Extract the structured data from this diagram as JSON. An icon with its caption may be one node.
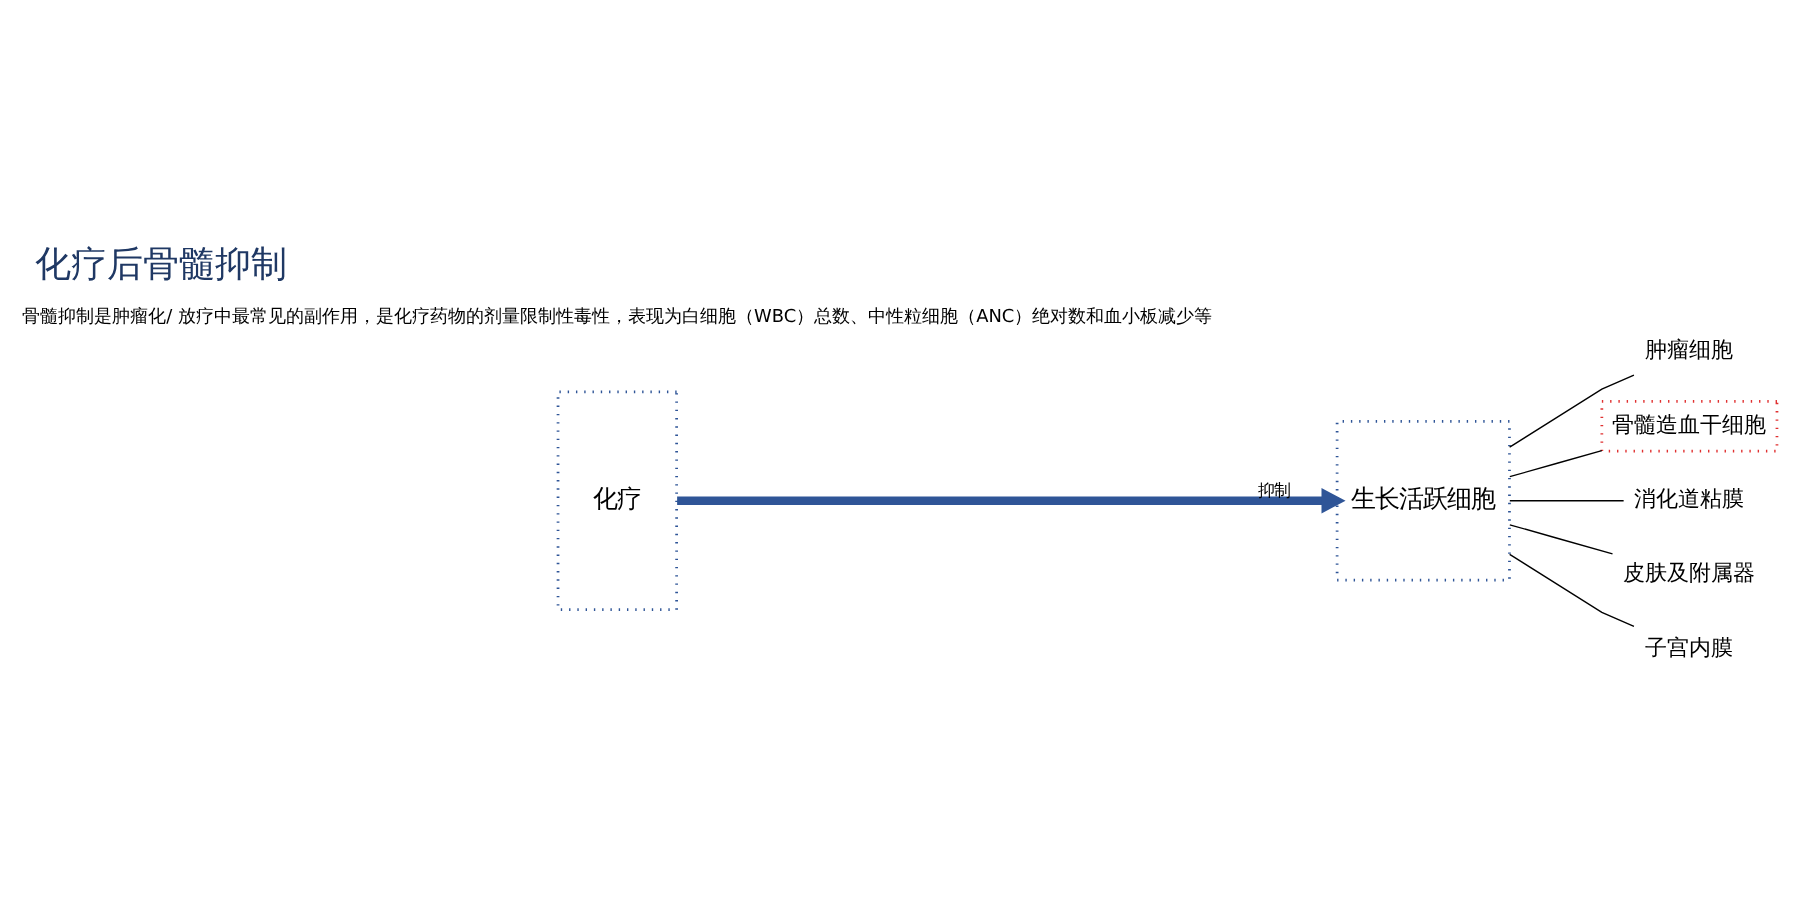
{
  "diagram": {
    "title": "化疗后骨髓抑制",
    "nodes": [
      {
        "text": [
          "化疗"
        ]
      },
      {
        "text": [
          "生长活跃细胞"
        ]
      },
      {
        "text": [
          "肿瘤细胞"
        ]
      },
      {
        "text": [
          "骨髓造血干细胞"
        ]
      },
      {
        "text": [
          "消化道粘膜"
        ]
      },
      {
        "text": [
          "皮肤及附属器"
        ]
      },
      {
        "text": [
          "子宫内膜"
        ]
      }
    ],
    "edges": [
      {
        "from": 0,
        "to": 1,
        "arrow": "to",
        "label": "抑制",
        "style": "thick",
        "color": "#2f5597"
      },
      {
        "from": 1,
        "to": 2,
        "arrow": "none"
      },
      {
        "from": 1,
        "to": 3,
        "arrow": "none"
      },
      {
        "from": 1,
        "to": 4,
        "arrow": "none"
      },
      {
        "from": 1,
        "to": 5,
        "arrow": "none"
      },
      {
        "from": 1,
        "to": 6,
        "arrow": "none"
      }
    ],
    "labels": [
      "骨髓抑制是肿瘤化/ 放疗中最常见的副作用，是化疗药物的剂量限制性毒性，表现为白细胞（WBC）总数、中性粒细胞（ANC）绝对数和血小板减少等"
    ]
  }
}
